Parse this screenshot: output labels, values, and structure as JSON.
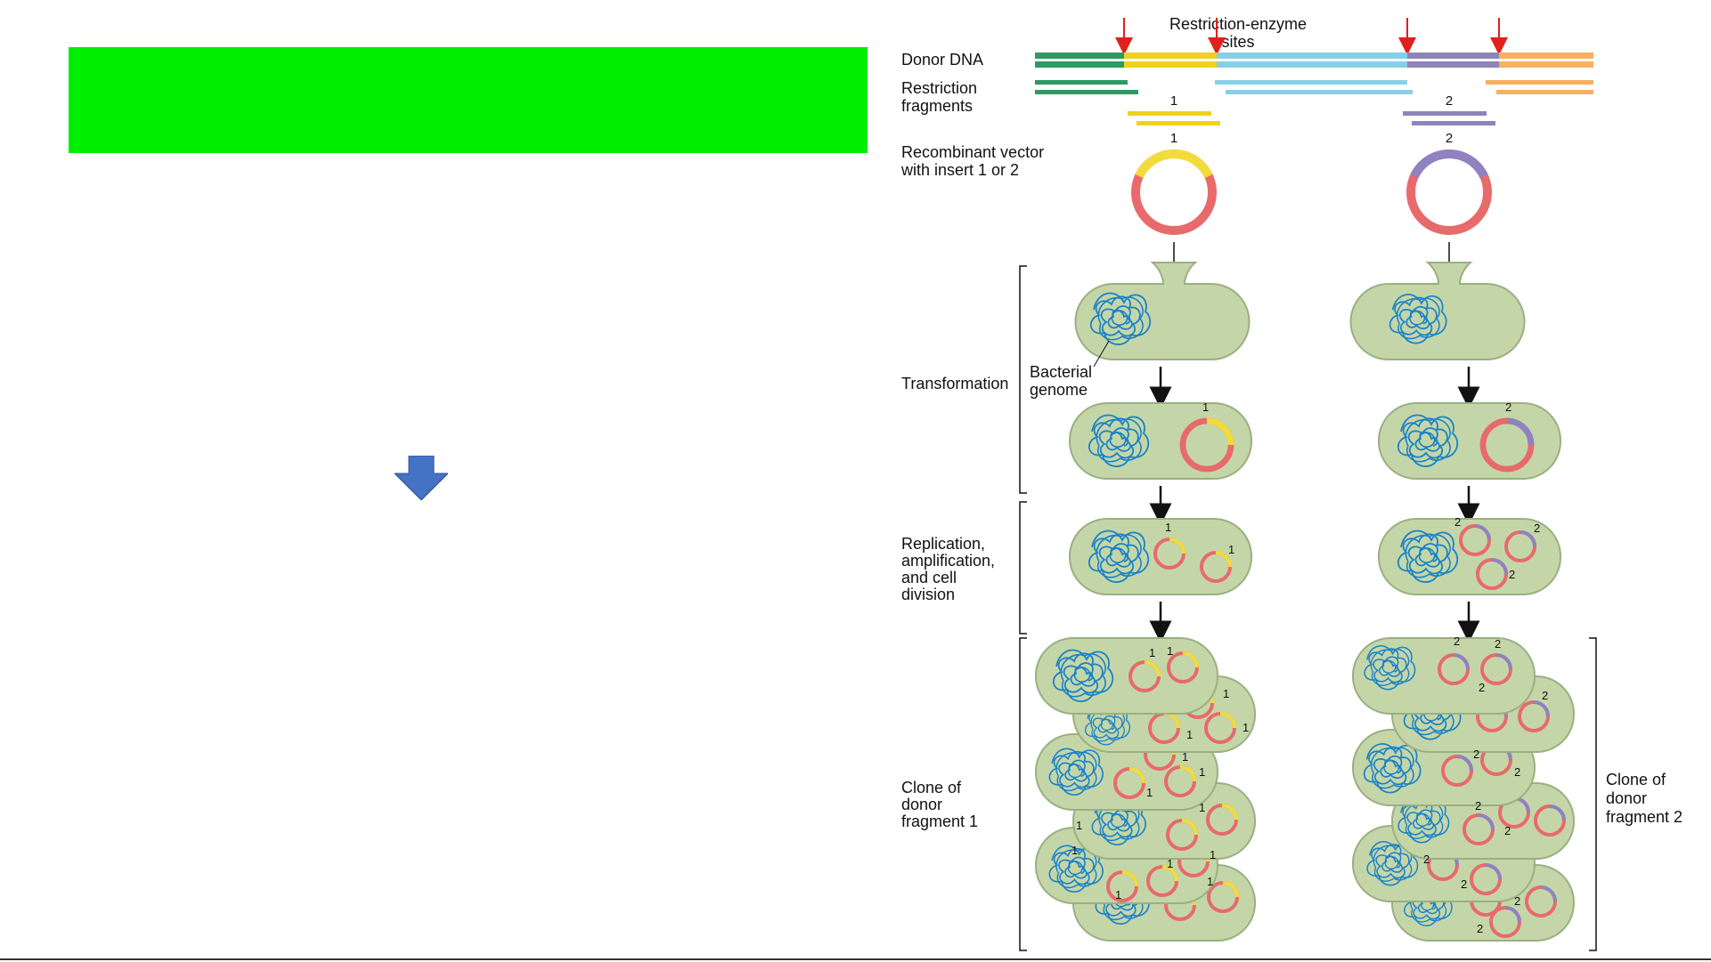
{
  "colors": {
    "banner": "#00ee00",
    "arrow_blue": "#4472c4",
    "cell_fill": "#c4d6a8",
    "cell_stroke": "#9aaf82",
    "genome": "#1b82c8",
    "vector_ring": "#e86a6a",
    "insert_1": "#f2dc3a",
    "insert_2": "#8f82c0",
    "enzyme_arrow": "#e0201c",
    "dna_green": "#2d9a62",
    "dna_yellow": "#f0d21e",
    "dna_blue": "#86cfe8",
    "dna_purple": "#8e84b8",
    "dna_orange": "#f6b060"
  },
  "icons": {
    "down_arrow": "blue-down-arrow-icon"
  },
  "diagram": {
    "enzyme_label_1": "Restriction-enzyme",
    "enzyme_label_2": "sites",
    "donor_dna": "Donor DNA",
    "restriction_1": "Restriction",
    "restriction_2": "fragments",
    "recombinant_1": "Recombinant vector",
    "recombinant_2": "with insert 1 or 2",
    "transformation": "Transformation",
    "bacterial_1": "Bacterial",
    "bacterial_2": "genome",
    "replication_1": "Replication,",
    "replication_2": "amplification,",
    "replication_3": "and cell",
    "replication_4": "division",
    "clone1_1": "Clone of",
    "clone1_2": "donor",
    "clone1_3": "fragment 1",
    "clone2_1": "Clone of",
    "clone2_2": "donor",
    "clone2_3": "fragment 2",
    "insert_1": "1",
    "insert_2": "2"
  }
}
